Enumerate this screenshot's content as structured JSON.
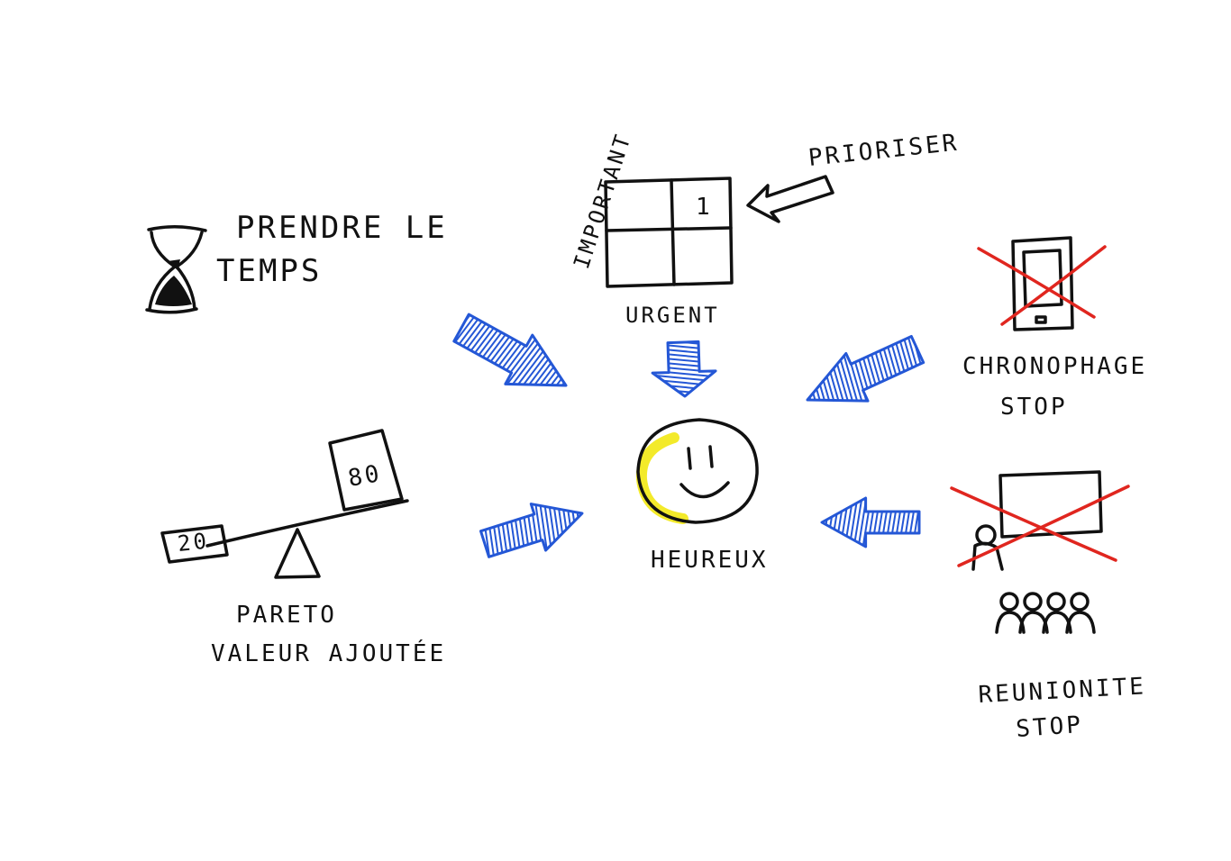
{
  "center": {
    "label": "HEUREUX",
    "icon": "smiley-face-icon"
  },
  "nodes": {
    "time": {
      "line1": "PRENDRE LE",
      "line2": "TEMPS",
      "icon": "hourglass-icon"
    },
    "matrix": {
      "axis_top": "IMPORTANT",
      "axis_bottom": "URGENT",
      "cell_label": "1",
      "tag": "PRIORISER",
      "icon": "priority-matrix-icon"
    },
    "pareto": {
      "line1": "PARETO",
      "line2": "VALEUR AJOUTÉE",
      "low": "20",
      "high": "80",
      "icon": "balance-scale-icon"
    },
    "phone": {
      "line1": "CHRONOPHAGE",
      "line2": "STOP",
      "icon": "crossed-phone-icon"
    },
    "meeting": {
      "line1": "REUNIONITE",
      "line2": "STOP",
      "icon": "crossed-meeting-icon"
    }
  },
  "colors": {
    "arrow": "#2457d6",
    "cross": "#e0261f",
    "highlight": "#f3ea2a",
    "ink": "#111111"
  }
}
